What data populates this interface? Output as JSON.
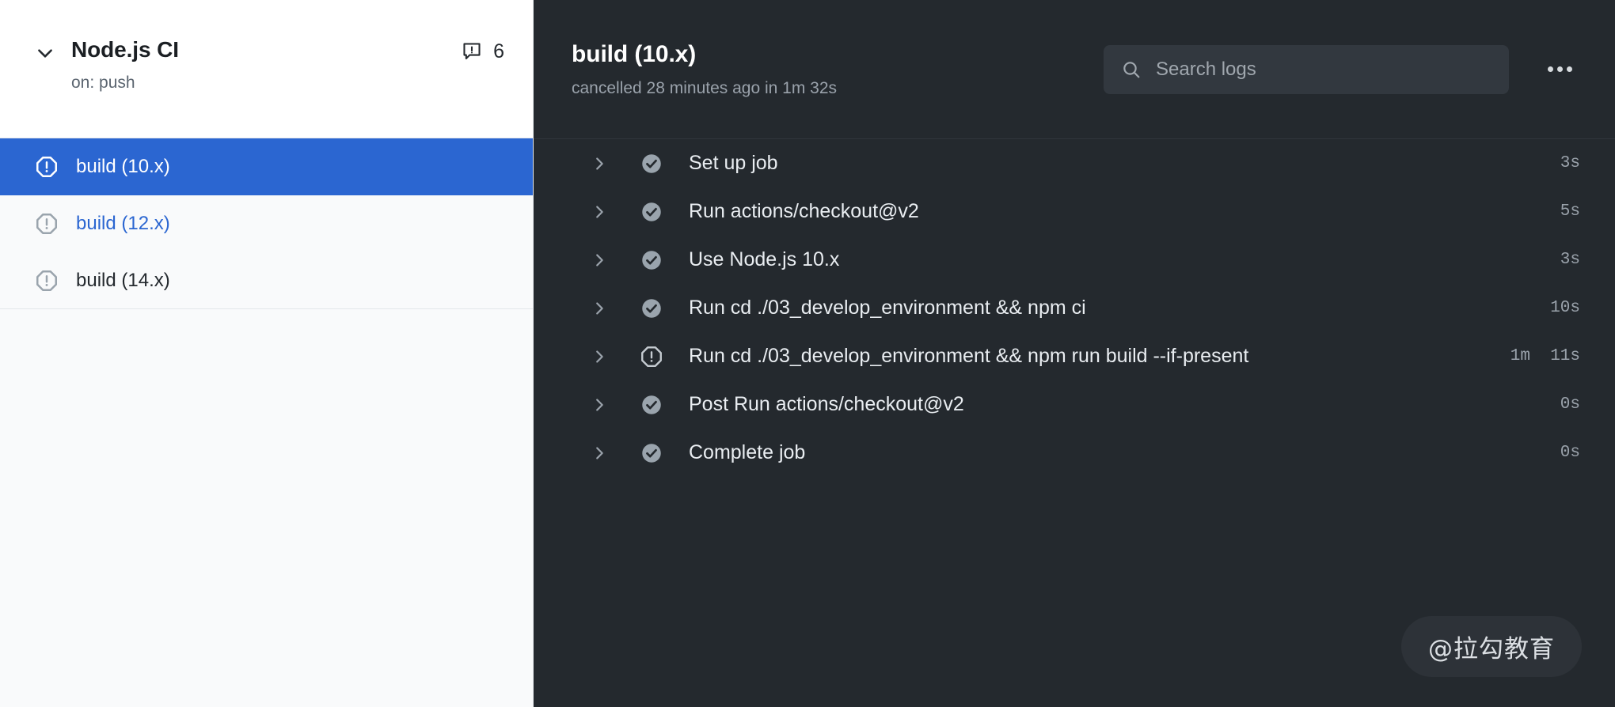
{
  "sidebar": {
    "workflow": {
      "name": "Node.js CI",
      "trigger": "on: push",
      "collapse_icon": "chevron-down-icon",
      "annotations_icon": "report-alert-icon",
      "annotations_count": "6"
    },
    "jobs": [
      {
        "label": "build (10.x)",
        "status": "cancelled",
        "icon": "stop-octagon-icon",
        "selected": true,
        "link": false
      },
      {
        "label": "build (12.x)",
        "status": "cancelled",
        "icon": "stop-octagon-icon",
        "selected": false,
        "link": true
      },
      {
        "label": "build (14.x)",
        "status": "cancelled",
        "icon": "stop-octagon-icon",
        "selected": false,
        "link": false
      }
    ]
  },
  "logs": {
    "job_title": "build (10.x)",
    "job_status": "cancelled 28 minutes ago in 1m 32s",
    "search": {
      "placeholder": "Search logs",
      "value": "",
      "icon": "search-icon"
    },
    "more_menu_label": "...",
    "steps": [
      {
        "name": "Set up job",
        "status": "success",
        "icon": "check-circle-icon",
        "duration": "3s"
      },
      {
        "name": "Run actions/checkout@v2",
        "status": "success",
        "icon": "check-circle-icon",
        "duration": "5s"
      },
      {
        "name": "Use Node.js 10.x",
        "status": "success",
        "icon": "check-circle-icon",
        "duration": "3s"
      },
      {
        "name": "Run cd ./03_develop_environment && npm ci",
        "status": "success",
        "icon": "check-circle-icon",
        "duration": "10s"
      },
      {
        "name": "Run cd ./03_develop_environment && npm run build --if-present",
        "status": "cancelled",
        "icon": "stop-octagon-icon",
        "duration": "1m  11s"
      },
      {
        "name": "Post Run actions/checkout@v2",
        "status": "success",
        "icon": "check-circle-icon",
        "duration": "0s"
      },
      {
        "name": "Complete job",
        "status": "success",
        "icon": "check-circle-icon",
        "duration": "0s"
      }
    ],
    "watermark": "@拉勾教育"
  },
  "colors": {
    "accent_selected": "#2b66d1",
    "link": "#2b66d1",
    "log_background": "#24292e",
    "sidebar_background": "#f9fafb",
    "status_muted": "#9aa2ab"
  }
}
